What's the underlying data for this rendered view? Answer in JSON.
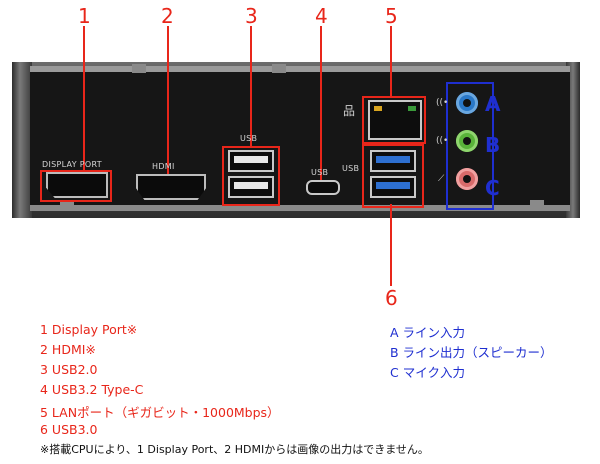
{
  "callouts": [
    "1",
    "2",
    "3",
    "4",
    "5",
    "6"
  ],
  "panel": {
    "labels": {
      "display_port": "DISPLAY PORT",
      "hdmi": "HDMI",
      "usb_a": "USB",
      "usb_c": "USB",
      "usb_3": "USB"
    }
  },
  "audio_letters": [
    "A",
    "B",
    "C"
  ],
  "legend": {
    "ports": [
      "1 Display Port※",
      "2 HDMI※",
      "3 USB2.0",
      "4 USB3.2 Type-C",
      "5 LANポート（ギガビット・1000Mbps）",
      "6 USB3.0"
    ],
    "audio": [
      "A ライン入力",
      "B ライン出力（スピーカー）",
      "C マイク入力"
    ]
  },
  "footnote": "※搭載CPUにより、1 Display Port、2 HDMIからは画像の出力はできません。",
  "colors": {
    "callout": "#e8261a",
    "audio_box": "#1f2fd0",
    "jack_blue": "#2a78c8",
    "jack_green": "#59b33a",
    "jack_pink": "#d86a6a"
  },
  "icons": [
    "network-icon",
    "line-in-icon",
    "line-out-icon",
    "mic-icon"
  ]
}
